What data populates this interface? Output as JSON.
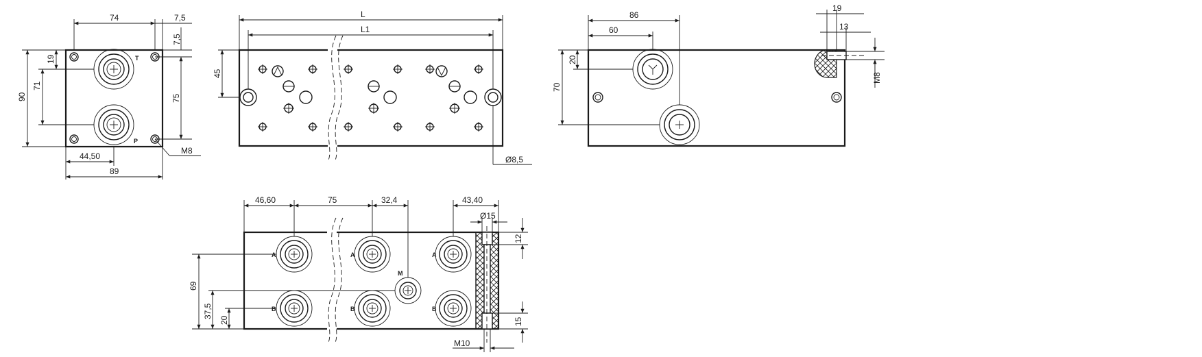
{
  "front_view": {
    "dim_top_width": "74",
    "dim_top_right": "7,5",
    "dim_right_top": "7,5",
    "dim_left_small": "19",
    "dim_left_mid": "71",
    "dim_left_height": "90",
    "dim_right_height": "75",
    "dim_bottom_half": "44,50",
    "dim_bottom_width": "89",
    "thread_label": "M8"
  },
  "top_view": {
    "dim_length_L": "L",
    "dim_length_L1": "L1",
    "dim_left_45": "45",
    "hole_diameter": "Ø8,5"
  },
  "side_view": {
    "dim_86": "86",
    "dim_60": "60",
    "dim_20": "20",
    "dim_70": "70",
    "dim_19": "19",
    "dim_13": "13",
    "thread_label": "M8"
  },
  "bottom_view": {
    "dim_46_60": "46,60",
    "dim_75": "75",
    "dim_32_4": "32,4",
    "dim_43_40": "43,40",
    "dim_d15": "Ø15",
    "dim_12": "12",
    "dim_15": "15",
    "dim_69": "69",
    "dim_37_5": "37,5",
    "dim_20": "20",
    "thread_label": "M10",
    "port_a": "A",
    "port_b": "B",
    "port_m": "M"
  }
}
